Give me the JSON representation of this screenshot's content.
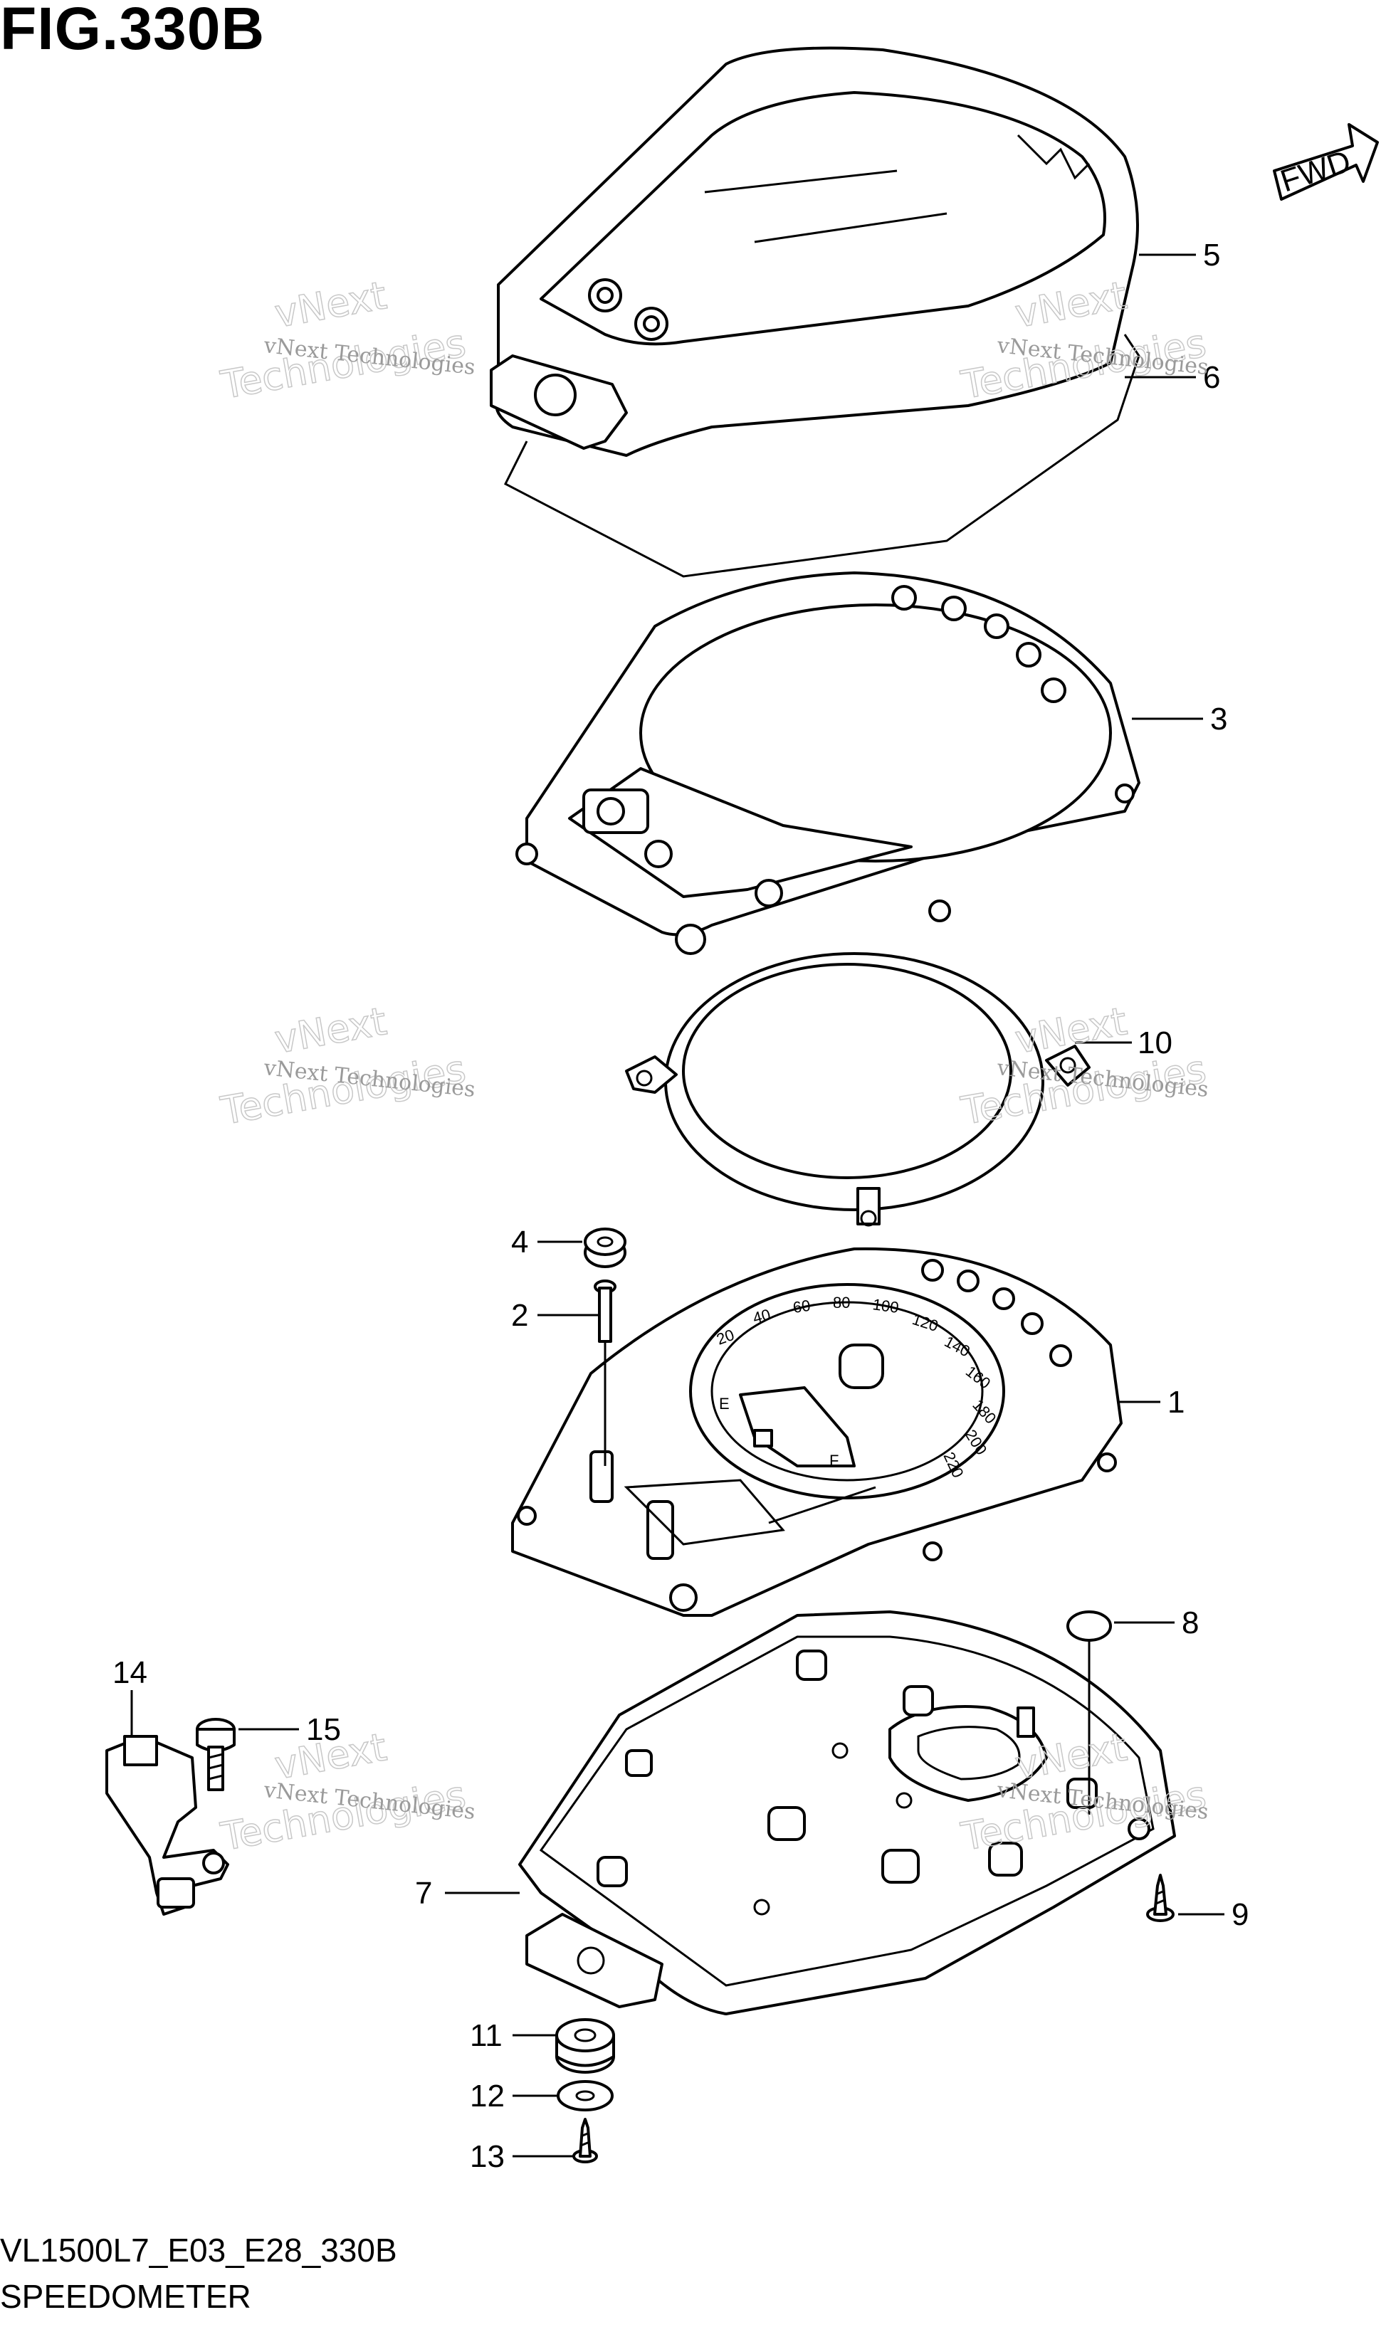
{
  "figure": {
    "title": "FIG.330B",
    "model_code": "VL1500L7_E03_E28_330B",
    "section_name": "SPEEDOMETER",
    "direction_label": "FWD"
  },
  "watermark": {
    "line1": "vNext Technologies",
    "line2": "vNext",
    "line3": "Technologies"
  },
  "callouts": [
    {
      "id": "5",
      "label": "5"
    },
    {
      "id": "6",
      "label": "6"
    },
    {
      "id": "3",
      "label": "3"
    },
    {
      "id": "10",
      "label": "10"
    },
    {
      "id": "4",
      "label": "4"
    },
    {
      "id": "2",
      "label": "2"
    },
    {
      "id": "1",
      "label": "1"
    },
    {
      "id": "8",
      "label": "8"
    },
    {
      "id": "14",
      "label": "14"
    },
    {
      "id": "15",
      "label": "15"
    },
    {
      "id": "7",
      "label": "7"
    },
    {
      "id": "9",
      "label": "9"
    },
    {
      "id": "11",
      "label": "11"
    },
    {
      "id": "12",
      "label": "12"
    },
    {
      "id": "13",
      "label": "13"
    }
  ],
  "dial_numbers": [
    "20",
    "40",
    "60",
    "80",
    "100",
    "120",
    "140",
    "160",
    "180",
    "200",
    "220"
  ],
  "dial_marks": {
    "empty": "E",
    "full": "F"
  }
}
